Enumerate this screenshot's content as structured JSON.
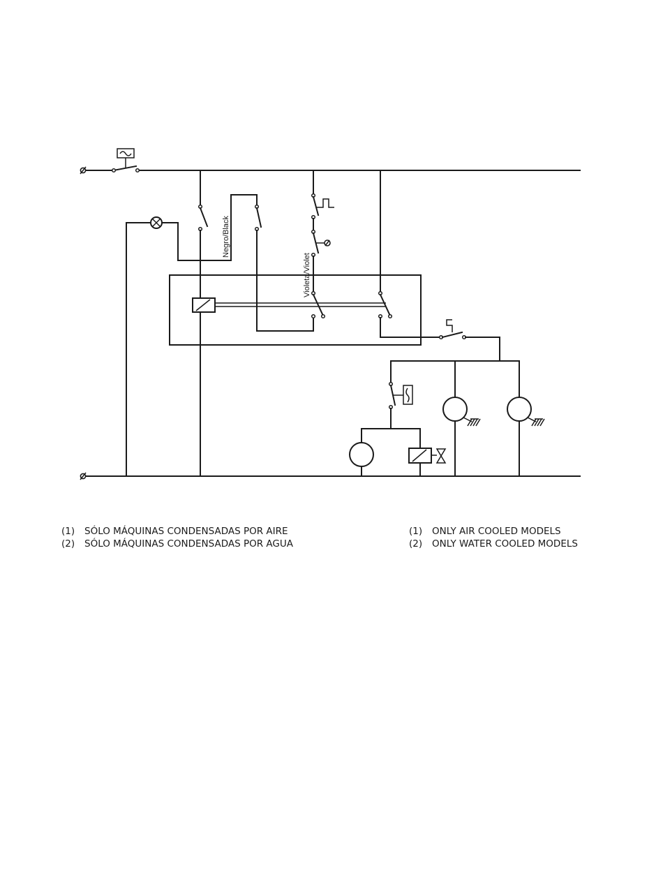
{
  "diagram": {
    "wire_labels": {
      "black": "Negro/Black",
      "violet": "Violeta/Violet"
    }
  },
  "notes": {
    "spanish": [
      {
        "num": "(1)",
        "text": "SÓLO MÁQUINAS CONDENSADAS POR AIRE"
      },
      {
        "num": "(2)",
        "text": "SÓLO MÁQUINAS CONDENSADAS POR AGUA"
      }
    ],
    "english": [
      {
        "num": "(1)",
        "text": "ONLY AIR COOLED MODELS"
      },
      {
        "num": "(2)",
        "text": "ONLY WATER COOLED MODELS"
      }
    ]
  }
}
